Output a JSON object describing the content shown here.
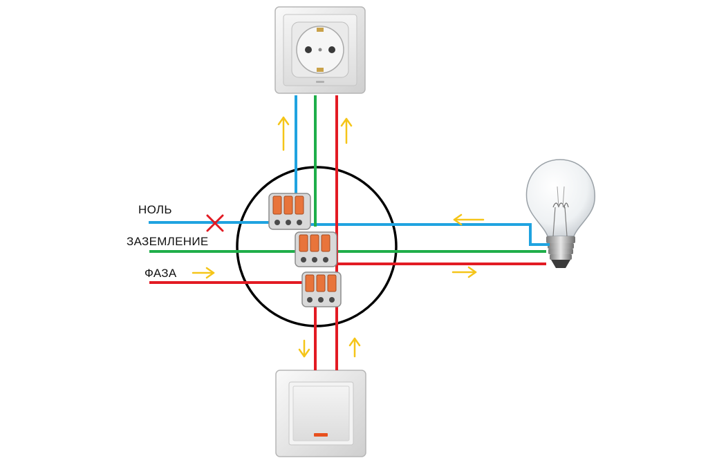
{
  "labels": {
    "neutral": "НОЛЬ",
    "ground": "ЗАЗЕМЛЕНИЕ",
    "phase": "ФАЗА"
  },
  "colors": {
    "neutral_wire": "#1fa3e0",
    "ground_wire": "#1fae4a",
    "phase_wire": "#e21b23",
    "flow_arrow": "#f5c518",
    "junction_box": "#000000",
    "break_mark": "#e21b23",
    "connector_body": "#d9d9d9",
    "connector_lever": "#e8743b"
  },
  "components": [
    "outlet-icon",
    "light-switch-icon",
    "light-bulb-icon",
    "wago-connector-icon"
  ]
}
